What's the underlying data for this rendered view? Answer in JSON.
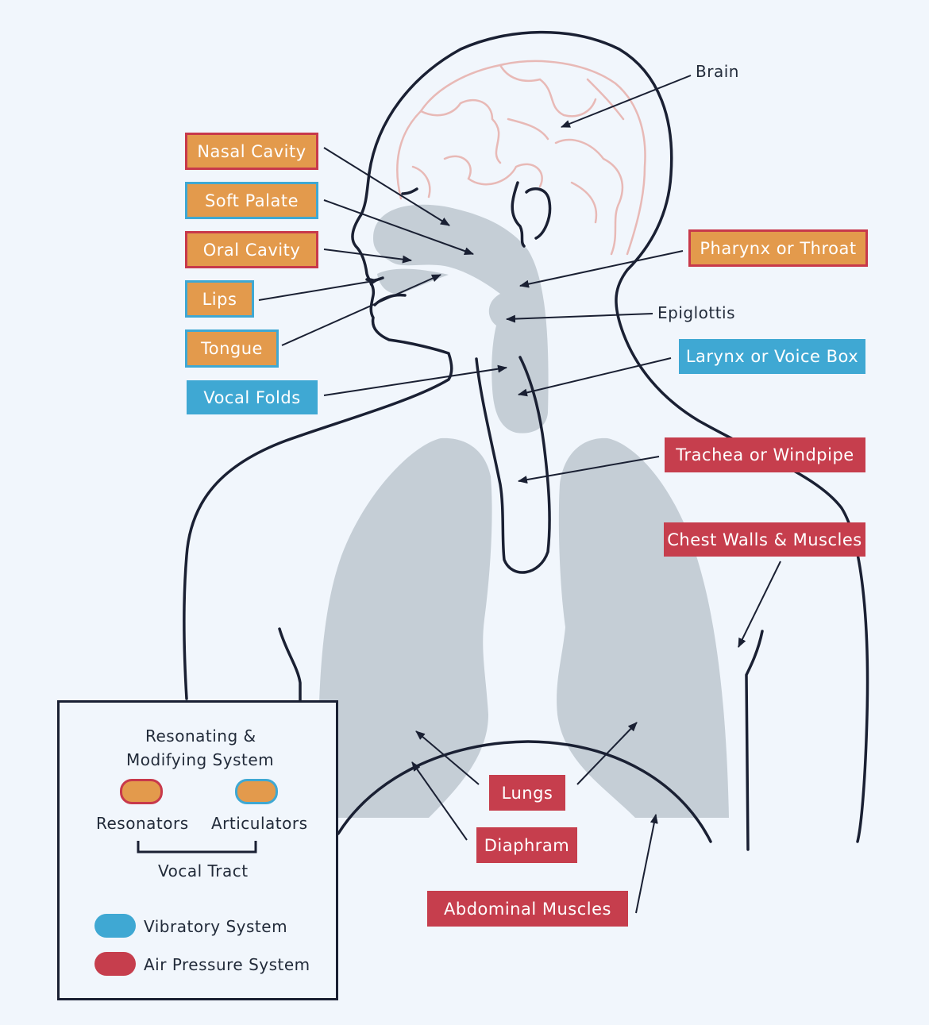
{
  "labels": {
    "brain": "Brain",
    "nasal_cavity": "Nasal Cavity",
    "soft_palate": "Soft Palate",
    "oral_cavity": "Oral Cavity",
    "lips": "Lips",
    "tongue": "Tongue",
    "vocal_folds": "Vocal Folds",
    "pharynx": "Pharynx or Throat",
    "epiglottis": "Epiglottis",
    "larynx": "Larynx or Voice Box",
    "trachea": "Trachea or Windpipe",
    "chest_walls": "Chest Walls & Muscles",
    "lungs": "Lungs",
    "diaphragm": "Diaphram",
    "abdominal": "Abdominal Muscles"
  },
  "legend": {
    "heading_line1": "Resonating &",
    "heading_line2": "Modifying System",
    "resonators": "Resonators",
    "articulators": "Articulators",
    "vocal_tract": "Vocal Tract",
    "vibratory": "Vibratory System",
    "air_pressure": "Air Pressure System"
  },
  "colors": {
    "resonator_fill": "#e39a4c",
    "resonator_border": "#c8394b",
    "articulator_border": "#3fa8d3",
    "vibratory": "#3fa8d3",
    "air_pressure": "#c63e4d",
    "outline": "#1a2033",
    "organ_fill": "#c5ced6",
    "brain": "#e8b9b6"
  }
}
